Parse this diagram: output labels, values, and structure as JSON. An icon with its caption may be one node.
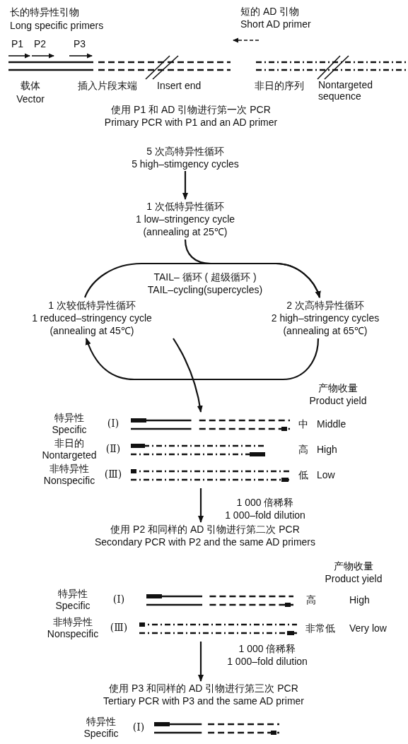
{
  "diagram": {
    "nodes": [
      {
        "text": [
          "使用 P1 和 AD 引物进行第一次 PCR",
          "Primary PCR with P1 and an AD primer"
        ]
      },
      {
        "text": [
          "5 次高特异性循环",
          "5 high–stimgency cycles"
        ]
      },
      {
        "text": [
          "1 次低特异性循环",
          "1 low–stringency cycle",
          "(annealing at 25℃)"
        ]
      },
      {
        "text": [
          "1 次较低特异性循环",
          "1 reduced–stringency cycle",
          "(annealing at 45℃)"
        ]
      },
      {
        "text": [
          "2 次高特异性循环",
          "2 high–stringency cycles",
          "(annealing at 65℃)"
        ]
      },
      {
        "text": [
          "特异性",
          "Specific",
          "(Ⅰ)",
          "中",
          "Middle"
        ]
      },
      {
        "text": [
          "非日的",
          "Nontargeted",
          "(Ⅱ)",
          "高",
          "High"
        ]
      },
      {
        "text": [
          "非特异性",
          "Nonspecific",
          "(Ⅲ)",
          "低",
          "Low"
        ]
      },
      {
        "text": [
          "使用 P2 和同样的 AD 引物进行第二次 PCR",
          "Secondary PCR with P2 and the same AD primers"
        ]
      },
      {
        "text": [
          "特异性",
          "Specific",
          "(Ⅰ)",
          "高",
          "High"
        ]
      },
      {
        "text": [
          "非特异性",
          "Nonspecific",
          "(Ⅲ)",
          "非常低",
          "Very low"
        ]
      },
      {
        "text": [
          "使用 P3 和同样的 AD 引物进行第三次 PCR",
          "Tertiary PCR with P3 and the same AD primer"
        ]
      },
      {
        "text": [
          "特异性",
          "Specific",
          "(Ⅰ)"
        ]
      }
    ],
    "edges": [
      {
        "from": 1,
        "to": 2,
        "arrow": "to"
      },
      {
        "from": 2,
        "to": 4,
        "arrow": "to"
      },
      {
        "from": 3,
        "to": 4,
        "arrow": "to"
      },
      {
        "from": 4,
        "to": 3,
        "arrow": "to"
      },
      {
        "from": 3,
        "to": 5,
        "arrow": "to"
      },
      {
        "from": 7,
        "to": 8,
        "arrow": "to"
      },
      {
        "from": 10,
        "to": 11,
        "arrow": "to"
      }
    ],
    "labels": [
      "长的特异性引物",
      "Long specific primers",
      "P1",
      "P2",
      "P3",
      "短的 AD 引物",
      "Short AD primer",
      "载体",
      "Vector",
      "插入片段末端",
      "Insert end",
      "非日的序列",
      "Nontargeted sequence",
      "TAIL– 循环 ( 超级循环 )",
      "TAIL–cycling(supercycles)",
      "产物收量",
      "Product yield",
      "1 000 倍稀释",
      "1 000–fold dilution",
      "产物收量",
      "Product yield",
      "1 000 倍稀释",
      "1 000–fold dilution"
    ]
  }
}
